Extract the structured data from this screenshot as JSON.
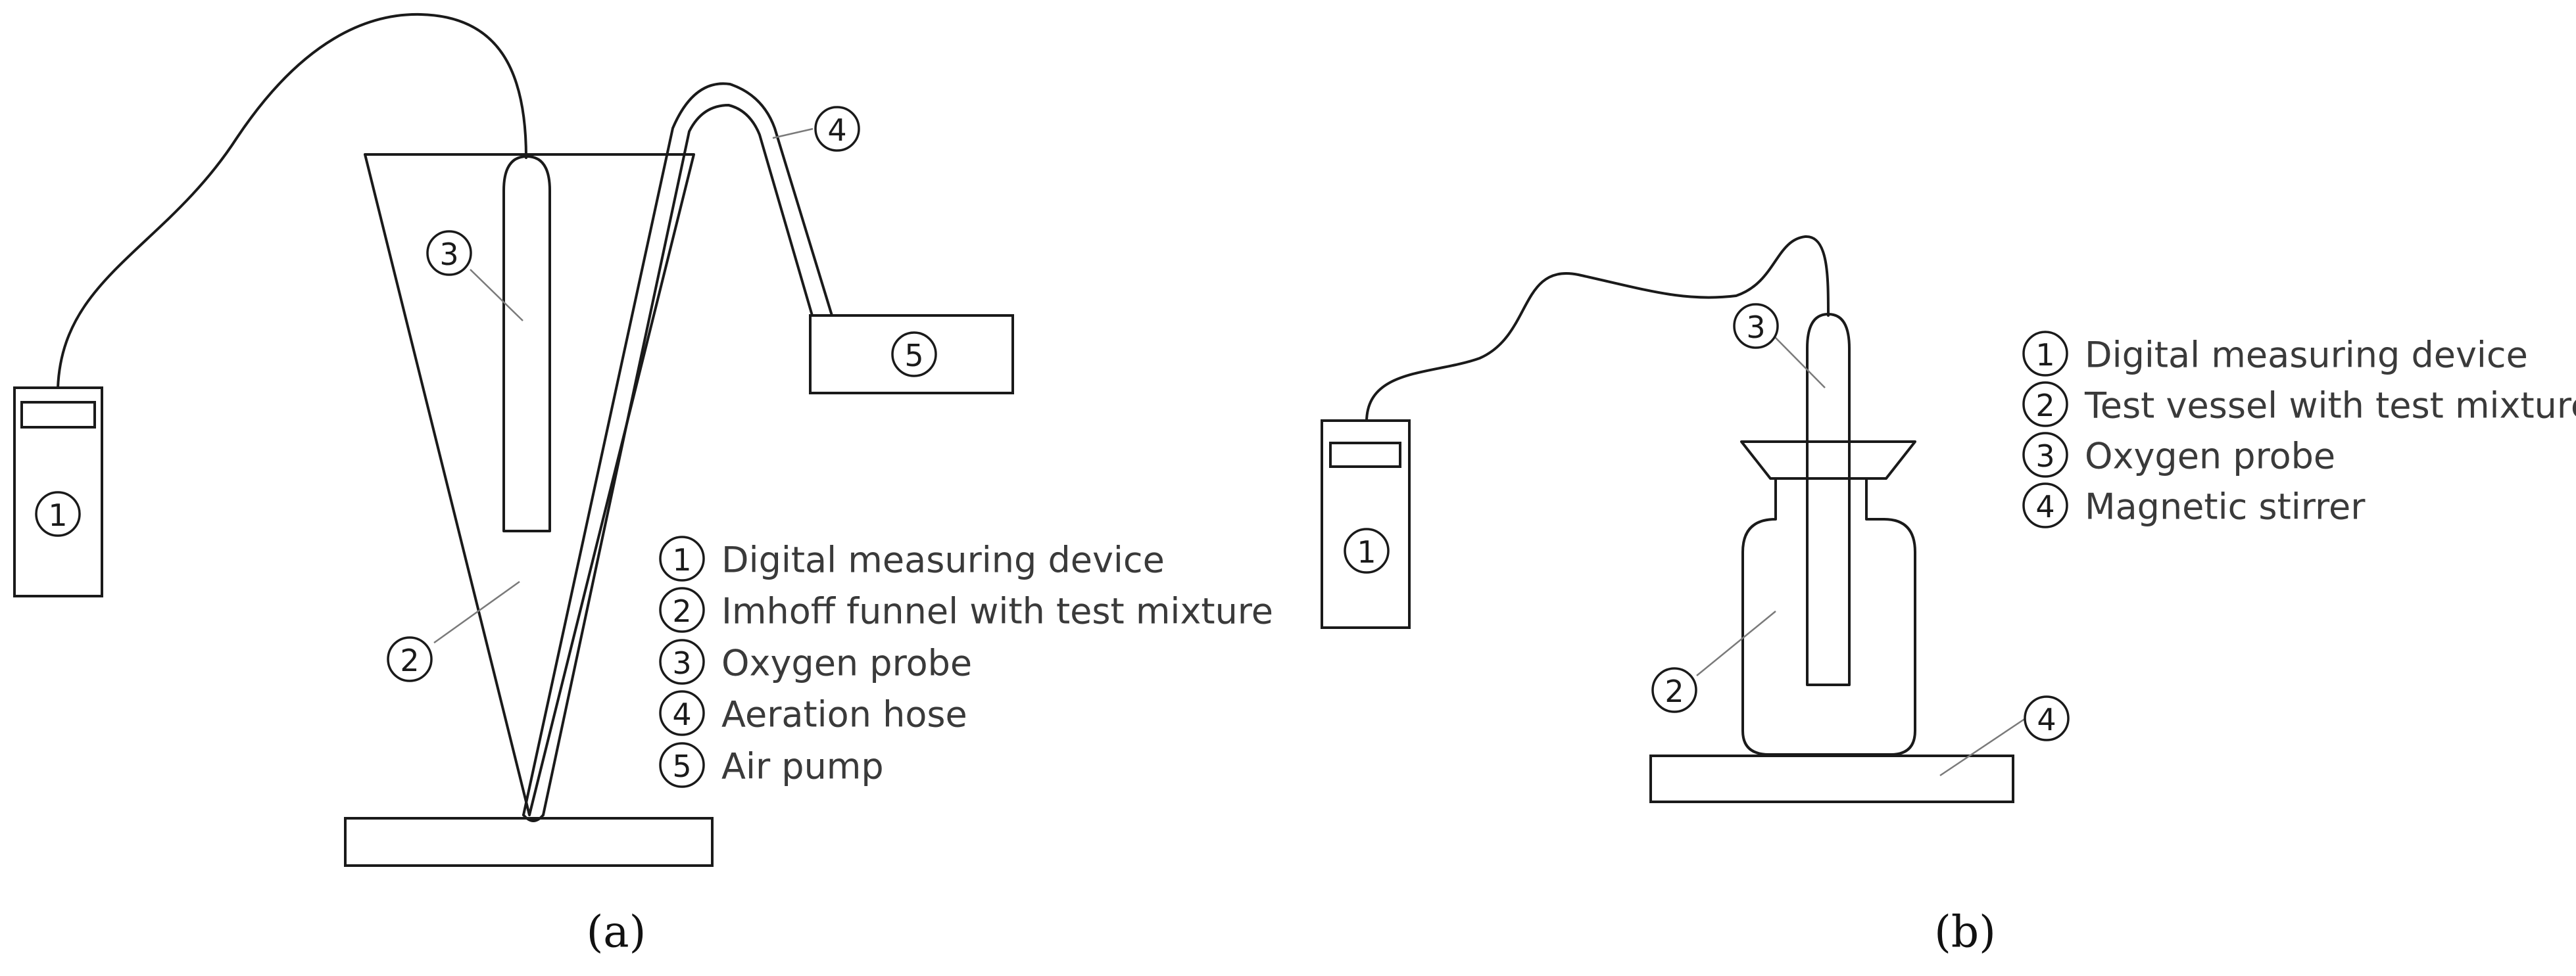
{
  "panel_a": {
    "caption": "(a)",
    "labels": {
      "device": "1",
      "funnel": "2",
      "probe": "3",
      "hose": "4",
      "pump": "5"
    },
    "legend": [
      {
        "num": "1",
        "text": "Digital measuring device"
      },
      {
        "num": "2",
        "text": "Imhoff funnel with test mixture"
      },
      {
        "num": "3",
        "text": "Oxygen probe"
      },
      {
        "num": "4",
        "text": "Aeration hose"
      },
      {
        "num": "5",
        "text": "Air pump"
      }
    ]
  },
  "panel_b": {
    "caption": "(b)",
    "labels": {
      "device": "1",
      "vessel": "2",
      "probe": "3",
      "stirrer": "4"
    },
    "legend": [
      {
        "num": "1",
        "text": "Digital measuring device"
      },
      {
        "num": "2",
        "text": "Test vessel with test mixture"
      },
      {
        "num": "3",
        "text": "Oxygen probe"
      },
      {
        "num": "4",
        "text": "Magnetic stirrer"
      }
    ]
  }
}
